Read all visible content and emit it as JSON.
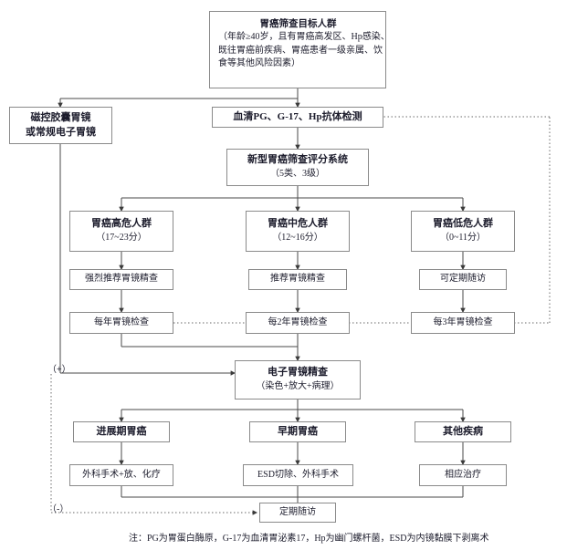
{
  "diagram": {
    "title_node": {
      "lines": [
        "胃癌筛查目标人群",
        "（年龄≥40岁，且有胃癌高发区、Hp感染、",
        "既往胃癌前疾病、胃癌患者一级亲属、饮",
        "食等其他风险因素）"
      ]
    },
    "nodes": {
      "capsule_endoscopy": {
        "line1": "磁控胶囊胃镜",
        "line2": "或常规电子胃镜"
      },
      "serum_test": {
        "line1": "血清PG、G-17、Hp抗体检测"
      },
      "scoring_system": {
        "line1": "新型胃癌筛查评分系统",
        "line2": "（5类、3级）"
      },
      "high_risk": {
        "line1": "胃癌高危人群",
        "line2": "（17~23分）"
      },
      "mid_risk": {
        "line1": "胃癌中危人群",
        "line2": "（12~16分）"
      },
      "low_risk": {
        "line1": "胃癌低危人群",
        "line2": "（0~11分）"
      },
      "strongly_recommend": {
        "line1": "强烈推荐胃镜精查"
      },
      "recommend": {
        "line1": "推荐胃镜精查"
      },
      "periodic_followup_option": {
        "line1": "可定期随访"
      },
      "annual_exam": {
        "line1": "每年胃镜检查"
      },
      "biennial_exam": {
        "line1": "每2年胃镜检查"
      },
      "triennial_exam": {
        "line1": "每3年胃镜检查"
      },
      "detailed_endoscopy": {
        "line1": "电子胃镜精查",
        "line2": "（染色+放大+病理）"
      },
      "advanced_cancer": {
        "line1": "进展期胃癌"
      },
      "early_cancer": {
        "line1": "早期胃癌"
      },
      "other_disease": {
        "line1": "其他疾病"
      },
      "surgery_radio_chemo": {
        "line1": "外科手术+放、化疗"
      },
      "esd_or_surgery": {
        "line1": "ESD切除、外科手术"
      },
      "corresponding_treatment": {
        "line1": "相应治疗"
      },
      "periodic_followup": {
        "line1": "定期随访"
      }
    },
    "edge_labels": {
      "positive": "（+）",
      "negative": "（-）"
    },
    "footnote": "注：PG为胃蛋白酶原，G-17为血清胃泌素17，Hp为幽门螺杆菌，ESD为内镜黏膜下剥离术",
    "colors": {
      "border": "#8a8a8a",
      "text": "#1b1b2b",
      "line": "#4a4a4a",
      "background": "#ffffff"
    }
  }
}
